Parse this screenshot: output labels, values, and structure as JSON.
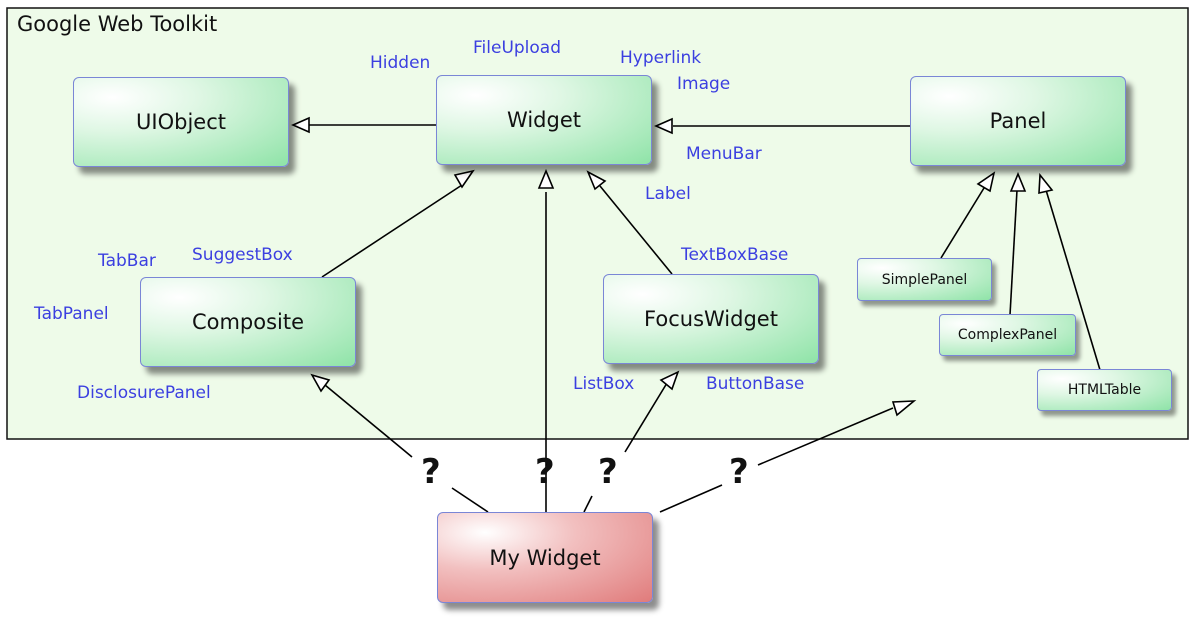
{
  "title": "Google Web Toolkit",
  "nodes": {
    "uiobject": "UIObject",
    "widget": "Widget",
    "panel": "Panel",
    "composite": "Composite",
    "focuswidget": "FocusWidget",
    "simplepanel": "SimplePanel",
    "complexpanel": "ComplexPanel",
    "htmltable": "HTMLTable",
    "mywidget": "My Widget"
  },
  "widget_labels": {
    "hidden": "Hidden",
    "fileupload": "FileUpload",
    "hyperlink": "Hyperlink",
    "image": "Image",
    "menubar": "MenuBar",
    "label": "Label"
  },
  "composite_labels": {
    "tabbar": "TabBar",
    "suggestbox": "SuggestBox",
    "tabpanel": "TabPanel",
    "disclosurepanel": "DisclosurePanel"
  },
  "focuswidget_labels": {
    "textboxbase": "TextBoxBase",
    "listbox": "ListBox",
    "buttonbase": "ButtonBase"
  },
  "question_mark": "?",
  "colors": {
    "frame_background": "#eefbe9",
    "box_green": "#8ee3a7",
    "box_red": "#e07b7b",
    "box_border": "#7a86d6",
    "label_blue": "#3b3fe0"
  }
}
